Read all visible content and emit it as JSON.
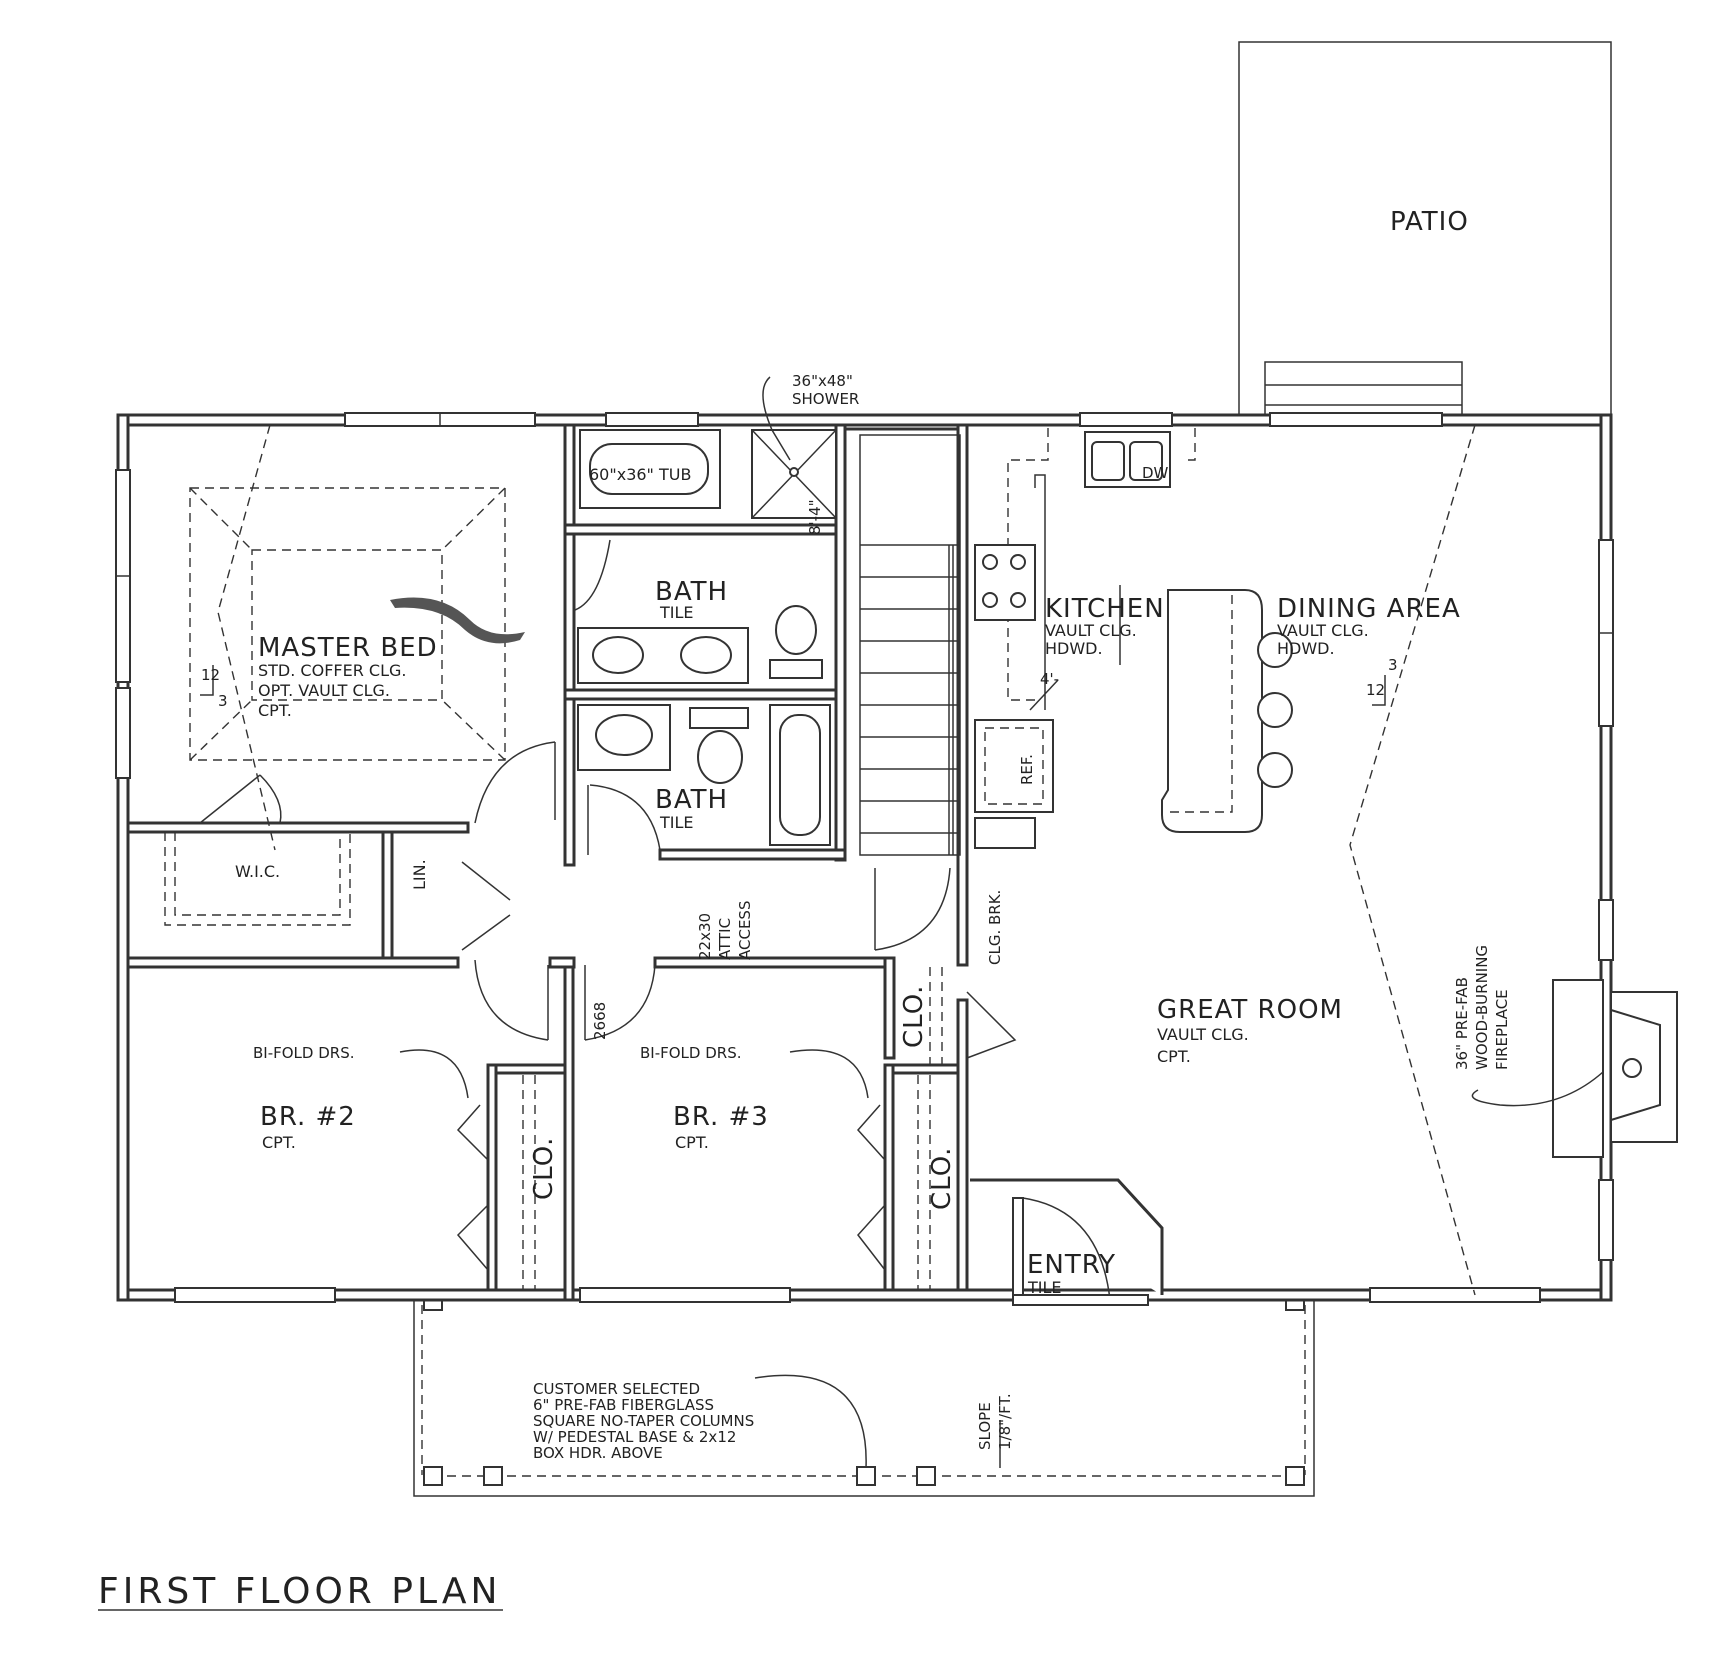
{
  "title": "FIRST FLOOR PLAN",
  "rooms": {
    "patio": "PATIO",
    "master_bed": "MASTER BED",
    "master_ceiling": "STD. COFFER CLG.",
    "master_opt": "OPT. VAULT CLG.",
    "master_floor": "CPT.",
    "bath1": "BATH",
    "bath1_floor": "TILE",
    "bath2": "BATH",
    "bath2_floor": "TILE",
    "kitchen": "KITCHEN",
    "kitchen_ceiling": "VAULT CLG.",
    "kitchen_floor": "HDWD.",
    "dining": "DINING AREA",
    "dining_ceiling": "VAULT CLG.",
    "dining_floor": "HDWD.",
    "great_room": "GREAT ROOM",
    "great_ceiling": "VAULT CLG.",
    "great_floor": "CPT.",
    "wic": "W.I.C.",
    "lin": "LIN.",
    "br2": "BR. #2",
    "br2_floor": "CPT.",
    "br3": "BR. #3",
    "br3_floor": "CPT.",
    "entry": "ENTRY",
    "entry_floor": "TILE",
    "clo_br2": "CLO.",
    "clo_br3": "CLO.",
    "clo_entry": "CLO."
  },
  "notes": {
    "shower_1": "36\"x48\"",
    "shower_2": "SHOWER",
    "tub": "60\"x36\" TUB",
    "shower_dim": "8'-4\"",
    "dw": "DW",
    "ref": "REF.",
    "counter_dim": "4'-",
    "clg_brk": "CLG. BRK.",
    "attic_1": "22x30",
    "attic_2": "ATTIC",
    "attic_3": "ACCESS",
    "door_2668": "2668",
    "bifold_br2": "BI-FOLD DRS.",
    "bifold_br3": "BI-FOLD DRS.",
    "fireplace_1": "36\" PRE-FAB",
    "fireplace_2": "WOOD-BURNING",
    "fireplace_3": "FIREPLACE",
    "columns_1": "CUSTOMER SELECTED",
    "columns_2": "6\" PRE-FAB FIBERGLASS",
    "columns_3": "SQUARE NO-TAPER COLUMNS",
    "columns_4": "W/ PEDESTAL BASE & 2x12",
    "columns_5": "BOX HDR. ABOVE",
    "slope_1": "SLOPE",
    "slope_2": "1/8\"/FT.",
    "pitch_master_rise": "12",
    "pitch_master_run": "3",
    "pitch_dining_rise": "3",
    "pitch_dining_run": "12"
  },
  "colors": {
    "wall_stroke": "#333333",
    "wall_fill": "#ffffff",
    "background": "#ffffff"
  }
}
